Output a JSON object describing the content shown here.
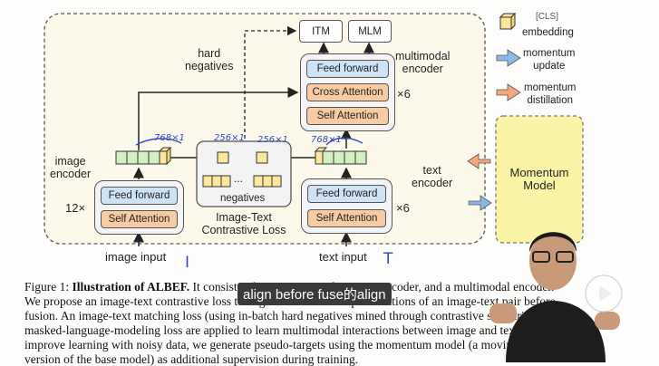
{
  "diagram": {
    "itm": "ITM",
    "mlm": "MLM",
    "hard_negatives": "hard\nnegatives",
    "multimodal_encoder": "multimodal\nencoder",
    "mm_ff": "Feed forward",
    "mm_ca": "Cross Attention",
    "mm_sa": "Self Attention",
    "mm_times": "×6",
    "image_encoder": "image\nencoder",
    "img_times": "12×",
    "img_ff": "Feed forward",
    "img_sa": "Self Attention",
    "image_input": "image input",
    "negatives": "negatives",
    "dots": "...",
    "itc_loss": "Image-Text\nContrastive Loss",
    "text_encoder": "text\nencoder",
    "txt_ff": "Feed forward",
    "txt_sa": "Self Attention",
    "txt_times": "×6",
    "text_input": "text input"
  },
  "annotations": {
    "ann1": "768×1",
    "ann2": "256×1",
    "ann3": "256×1",
    "ann4": "768×1",
    "mark_i": "I",
    "mark_t": "T"
  },
  "legend": {
    "cls": "[CLS]",
    "embedding": "embedding",
    "momentum_update": "momentum\nupdate",
    "momentum_distillation": "momentum\ndistillation",
    "momentum_model": "Momentum\nModel"
  },
  "caption": {
    "fig": "Figure 1:",
    "title": "Illustration of ALBEF.",
    "line1_rest": " It consists of an image encoder, a text encoder, and a multimodal encoder.",
    "line2": "We propose an image-text contrastive loss to align the unimodal representations of an image-text pair before",
    "line3": "fusion. An image-text matching loss (using in-batch hard negatives mined through contrastive similarity) and a",
    "line4": "masked-language-modeling loss are applied to learn multimodal interactions between image and text. To",
    "line5": "improve learning with noisy data, we generate pseudo-targets using the momentum model (a moving-average",
    "line6": "version of the base model) as additional supervision during training."
  },
  "video": {
    "subtitle": "align before fuse的align"
  },
  "colors": {
    "feed_forward": "#cfe3f7",
    "self_attention": "#f8cba3",
    "panel_bg": "#fdf9ea",
    "momentum_box": "#fbf3a6",
    "token_green": "#d2f0c0",
    "token_yellow": "#fce79a",
    "ink_blue": "#2f49c9"
  }
}
